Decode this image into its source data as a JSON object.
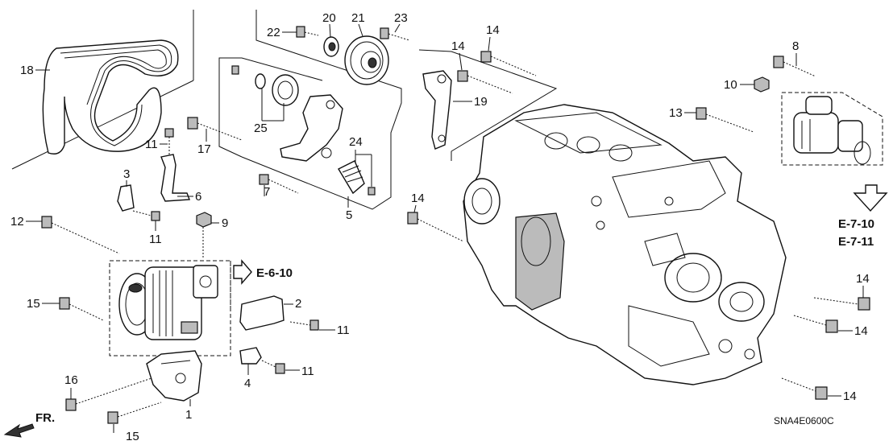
{
  "callouts": {
    "c1": "1",
    "c2": "2",
    "c3": "3",
    "c4": "4",
    "c5": "5",
    "c6": "6",
    "c7": "7",
    "c8": "8",
    "c9": "9",
    "c10": "10",
    "c11a": "11",
    "c11b": "11",
    "c11c": "11",
    "c11d": "11",
    "c12": "12",
    "c13": "13",
    "c14a": "14",
    "c14b": "14",
    "c14c": "14",
    "c14d": "14",
    "c14e": "14",
    "c14f": "14",
    "c15a": "15",
    "c15b": "15",
    "c16": "16",
    "c17": "17",
    "c18": "18",
    "c19": "19",
    "c20": "20",
    "c21": "21",
    "c22": "22",
    "c23": "23",
    "c24": "24",
    "c25": "25"
  },
  "refs": {
    "e610": "E-6-10",
    "e710": "E-7-10",
    "e711": "E-7-11",
    "front": "FR."
  },
  "diagram_code": "SNA4E0600C"
}
